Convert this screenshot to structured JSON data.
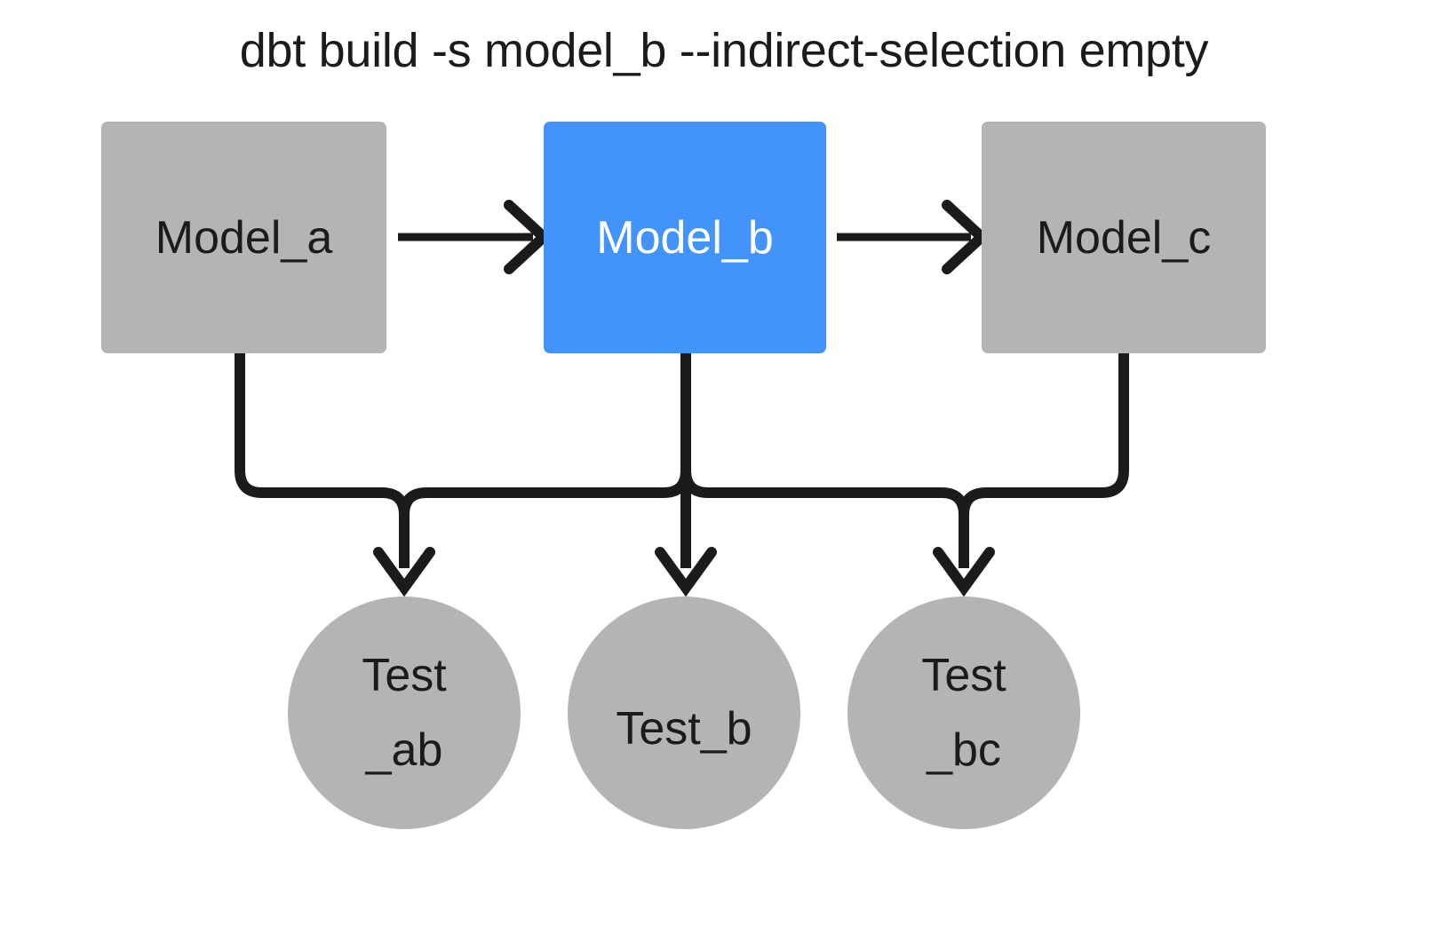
{
  "title": "dbt build -s model_b --indirect-selection empty",
  "colors": {
    "node_gray": "#b4b4b4",
    "node_selected_blue": "#4294fa",
    "edge_black": "#1b1b1b",
    "text_dark": "#1b1b1b",
    "text_light": "#ffffff",
    "background": "#ffffff"
  },
  "models": [
    {
      "id": "model_a",
      "label": "Model_a",
      "state": "unselected",
      "fill": "#b4b4b4",
      "text_color": "#1b1b1b"
    },
    {
      "id": "model_b",
      "label": "Model_b",
      "state": "selected",
      "fill": "#4294fa",
      "text_color": "#ffffff"
    },
    {
      "id": "model_c",
      "label": "Model_c",
      "state": "unselected",
      "fill": "#b4b4b4",
      "text_color": "#1b1b1b"
    }
  ],
  "tests": [
    {
      "id": "test_ab",
      "label": "Test_ab",
      "line1": "Test",
      "line2": "_ab",
      "multiline": true,
      "state": "unselected",
      "fill": "#b4b4b4"
    },
    {
      "id": "test_b",
      "label": "Test_b",
      "line1": "Test_b",
      "line2": "",
      "multiline": false,
      "state": "unselected",
      "fill": "#b4b4b4"
    },
    {
      "id": "test_bc",
      "label": "Test_bc",
      "line1": "Test",
      "line2": "_bc",
      "multiline": true,
      "state": "unselected",
      "fill": "#b4b4b4"
    }
  ],
  "edges": [
    {
      "id": "edge-a-to-b",
      "from": "model_a",
      "to": "model_b",
      "style": "straight-horizontal",
      "arrow": true
    },
    {
      "id": "edge-b-to-c",
      "from": "model_b",
      "to": "model_c",
      "style": "straight-horizontal",
      "arrow": true
    },
    {
      "id": "edge-a-to-test-ab",
      "from": "model_a",
      "to": "test_ab",
      "style": "elbow",
      "arrow": true
    },
    {
      "id": "edge-b-to-test-ab",
      "from": "model_b",
      "to": "test_ab",
      "style": "elbow",
      "arrow": true
    },
    {
      "id": "edge-b-to-test-b",
      "from": "model_b",
      "to": "test_b",
      "style": "straight-vertical",
      "arrow": true
    },
    {
      "id": "edge-b-to-test-bc",
      "from": "model_b",
      "to": "test_bc",
      "style": "elbow",
      "arrow": true
    },
    {
      "id": "edge-c-to-test-bc",
      "from": "model_c",
      "to": "test_bc",
      "style": "elbow",
      "arrow": true
    }
  ]
}
